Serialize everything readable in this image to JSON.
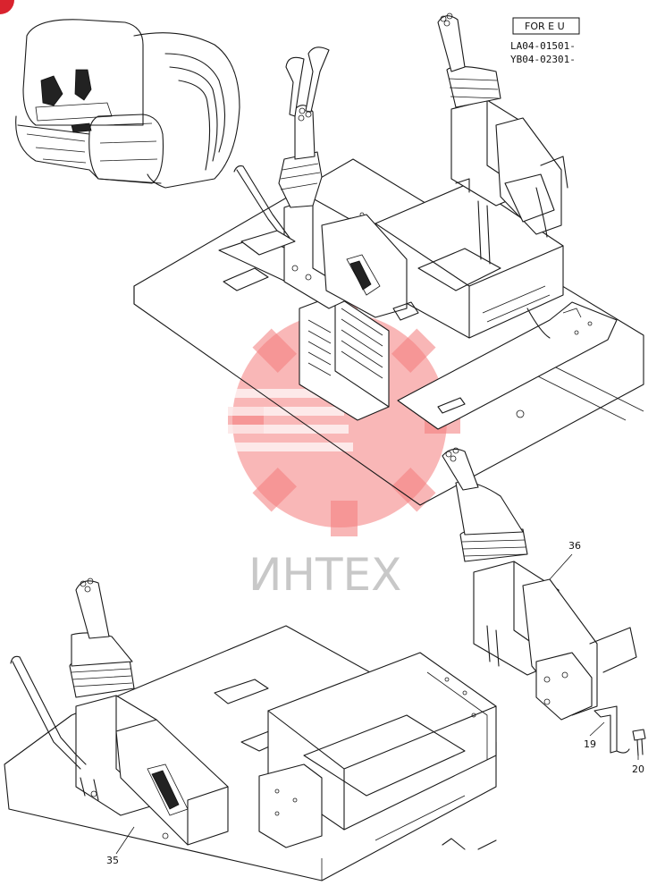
{
  "header": {
    "market_box": "FOR E U",
    "serial_1": "LA04-01501-",
    "serial_2": "YB04-02301-"
  },
  "watermark": {
    "text": "ИНТЕХ",
    "color": "#f47c7c"
  },
  "callouts": [
    {
      "id": "part-36",
      "label": "36"
    },
    {
      "id": "part-19",
      "label": "19"
    },
    {
      "id": "part-20",
      "label": "20"
    },
    {
      "id": "part-35",
      "label": "35"
    }
  ],
  "corner_badge": {
    "color": "#d9232e"
  }
}
